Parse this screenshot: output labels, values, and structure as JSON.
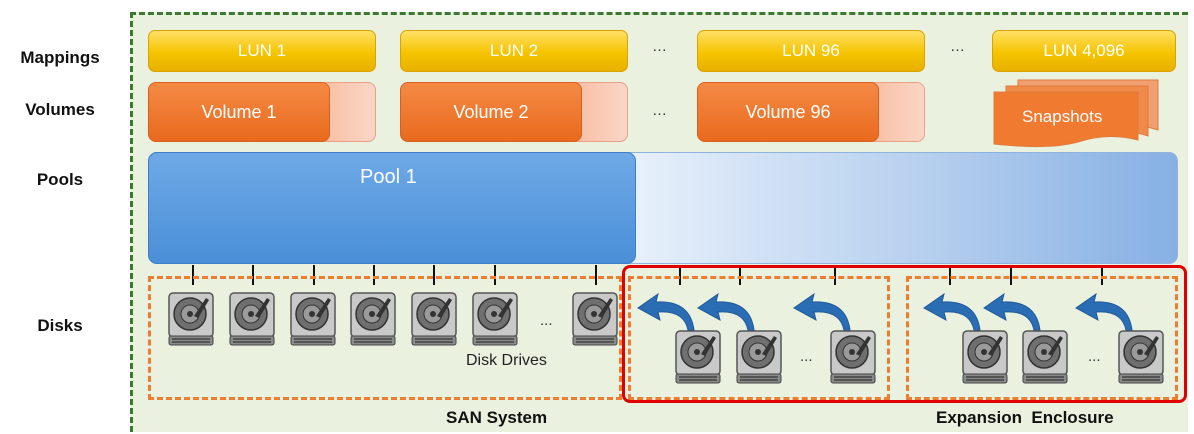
{
  "row_labels": {
    "mappings": "Mappings",
    "volumes": "Volumes",
    "pools": "Pools",
    "disks": "Disks"
  },
  "luns": [
    "LUN 1",
    "LUN 2",
    "LUN 96",
    "LUN 4,096"
  ],
  "volumes": [
    "Volume 1",
    "Volume 2",
    "Volume 96"
  ],
  "snapshots": "Snapshots",
  "ellipsis": "…",
  "disk_ellipsis": "...",
  "pool": "Pool 1",
  "disk_drives": "Disk Drives",
  "san_system": "SAN System",
  "expansion": "Expansion  Enclosure",
  "icons": [
    "hard-disk-icon",
    "migrate-arrow-icon"
  ]
}
